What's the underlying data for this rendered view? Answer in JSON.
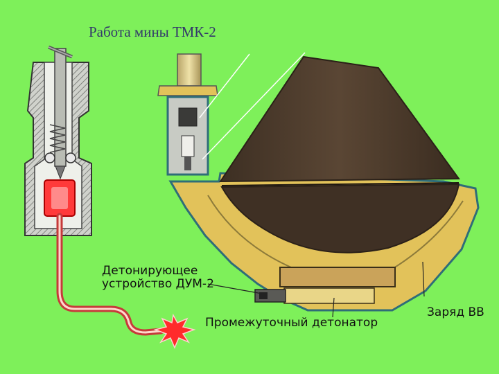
{
  "title": "Работа мины ТМК-2",
  "labels": {
    "dum_line1": "Детонирующее",
    "dum_line2": "устройство ДУМ-2",
    "intermediate_detonator": "Промежуточный детонатор",
    "charge": "Заряд ВВ"
  },
  "colors": {
    "background": "#7ef05a",
    "mine_body": "#e2c25a",
    "charge": "#4e3b2c",
    "fuze_metal": "#c8cbc4",
    "flash": "#ff3a3a",
    "title": "#333a6a"
  }
}
